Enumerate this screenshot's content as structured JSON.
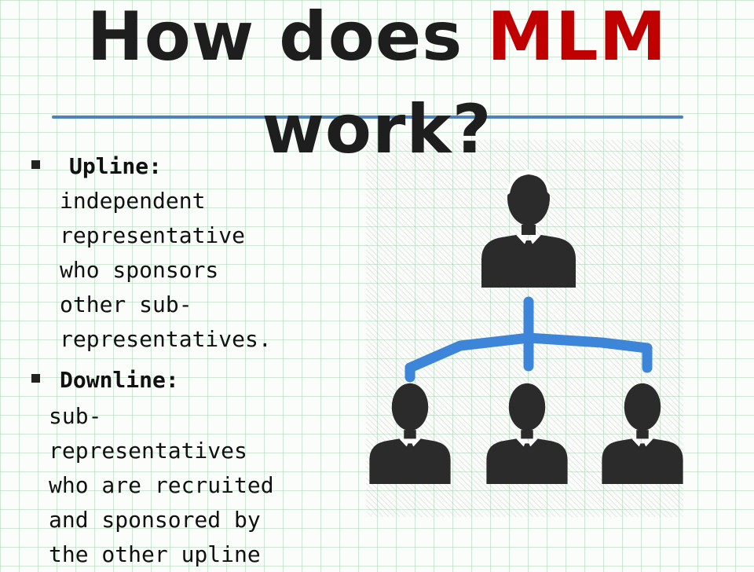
{
  "slide": {
    "title_prefix": "How does ",
    "title_accent": "MLM",
    "title_suffix": " work?"
  },
  "bullets": [
    {
      "term": "Upline:",
      "definition_lines": [
        "independent",
        "representative",
        "who sponsors",
        "other sub-",
        "representatives."
      ]
    },
    {
      "term": "Downline:",
      "definition_lines": [
        "sub-",
        "representatives",
        "who are recruited",
        "and sponsored by",
        "the other upline"
      ]
    }
  ],
  "org_chart": {
    "connector_color": "#3d85d8",
    "figure_color": "#2b2b2b",
    "top_figure": "person-icon",
    "bottom_figures": [
      "person-icon",
      "person-icon",
      "person-icon"
    ]
  }
}
